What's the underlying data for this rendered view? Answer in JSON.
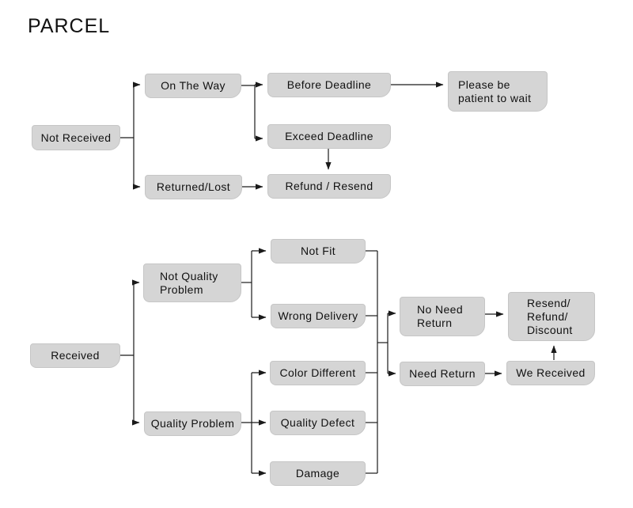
{
  "title": "PARCEL",
  "colors": {
    "background": "#ffffff",
    "node_fill": "#d5d5d5",
    "node_border": "#c6c6c6",
    "line": "#1a1a1a",
    "text": "#111111"
  },
  "nodes": {
    "not_received": "Not Received",
    "on_the_way": "On The Way",
    "before_deadline": "Before Deadline",
    "please_wait": "Please be\npatient to wait",
    "exceed_deadline": "Exceed Deadline",
    "refund_resend": "Refund / Resend",
    "returned_lost": "Returned/Lost",
    "received": "Received",
    "not_quality_problem": "Not Quality\nProblem",
    "not_fit": "Not Fit",
    "wrong_delivery": "Wrong Delivery",
    "color_different": "Color Different",
    "quality_defect": "Quality Defect",
    "damage": "Damage",
    "quality_problem": "Quality Problem",
    "no_need_return": "No Need\nReturn",
    "need_return": "Need Return",
    "we_received": "We Received",
    "resend_refund_discount": "Resend/\nRefund/\nDiscount"
  },
  "edges": [
    "Not Received -> On The Way",
    "Not Received -> Returned/Lost",
    "On The Way -> Before Deadline",
    "On The Way -> Exceed Deadline",
    "Before Deadline -> Please be patient to wait",
    "Exceed Deadline -> Refund / Resend",
    "Returned/Lost -> Refund / Resend",
    "Received -> Not Quality Problem",
    "Received -> Quality Problem",
    "Not Quality Problem -> Not Fit",
    "Not Quality Problem -> Wrong Delivery",
    "Quality Problem -> Color Different",
    "Quality Problem -> Quality Defect",
    "Quality Problem -> Damage",
    "Not Fit, Wrong Delivery, Color Different, Quality Defect, Damage -> No Need Return",
    "Not Fit, Wrong Delivery, Color Different, Quality Defect, Damage -> Need Return",
    "No Need Return -> Resend/Refund/Discount",
    "Need Return -> We Received",
    "We Received -> Resend/Refund/Discount"
  ]
}
